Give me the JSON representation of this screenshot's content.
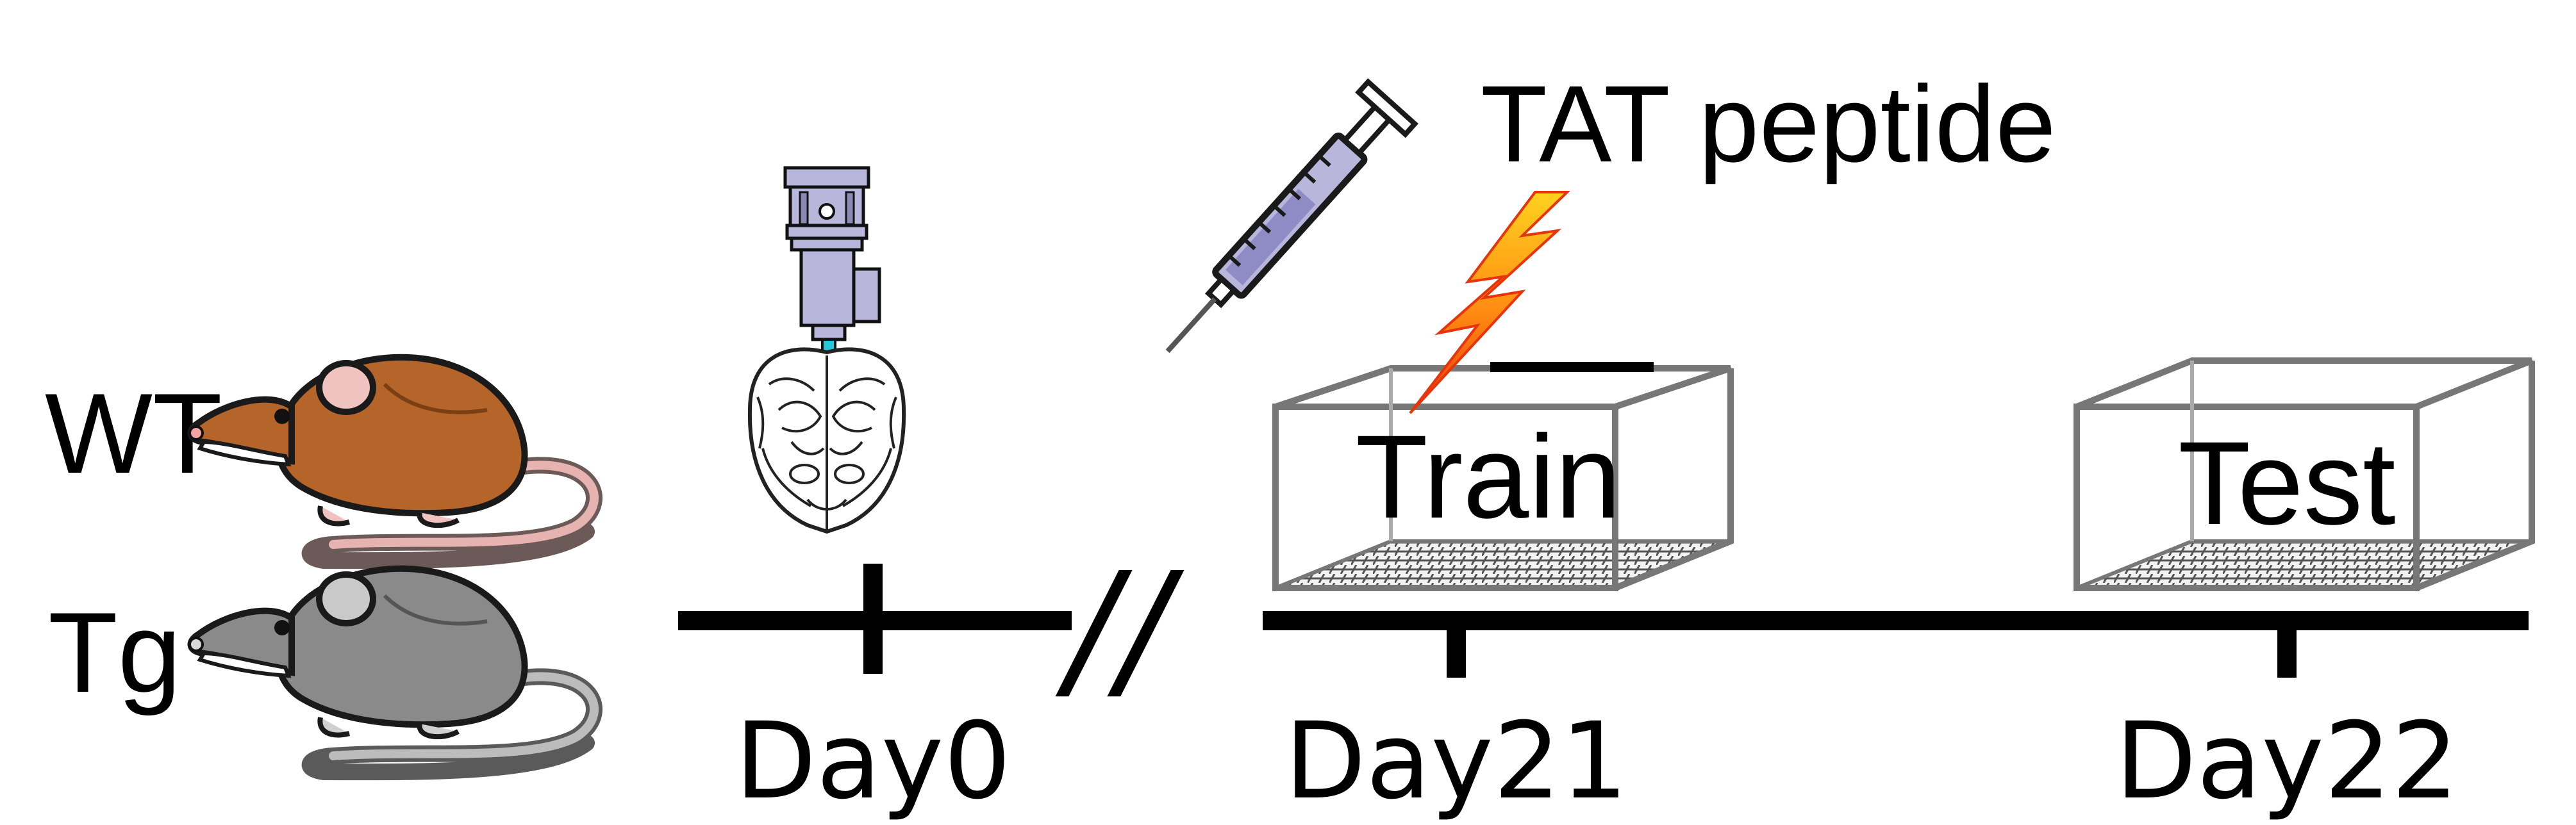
{
  "groups": [
    {
      "label": "WT",
      "color": "#b5652a"
    },
    {
      "label": "Tg",
      "color": "#8a8a8a"
    }
  ],
  "injection": {
    "label": "TAT peptide"
  },
  "timeline": {
    "break_mark": "//",
    "days": [
      {
        "label": "Day0"
      },
      {
        "label": "Day21"
      },
      {
        "label": "Day22"
      }
    ]
  },
  "chambers": [
    {
      "label": "Train",
      "shock": true
    },
    {
      "label": "Test",
      "shock": false
    }
  ],
  "colors": {
    "line": "#000000",
    "device": "#b9b6dc",
    "probe": "#27c6d8",
    "shock_top": "#ffd21f",
    "shock_bottom": "#e8340a",
    "mouse_brown": "#b5652a",
    "mouse_gray": "#8a8a8a",
    "tail_pink": "#e7b3b0"
  }
}
